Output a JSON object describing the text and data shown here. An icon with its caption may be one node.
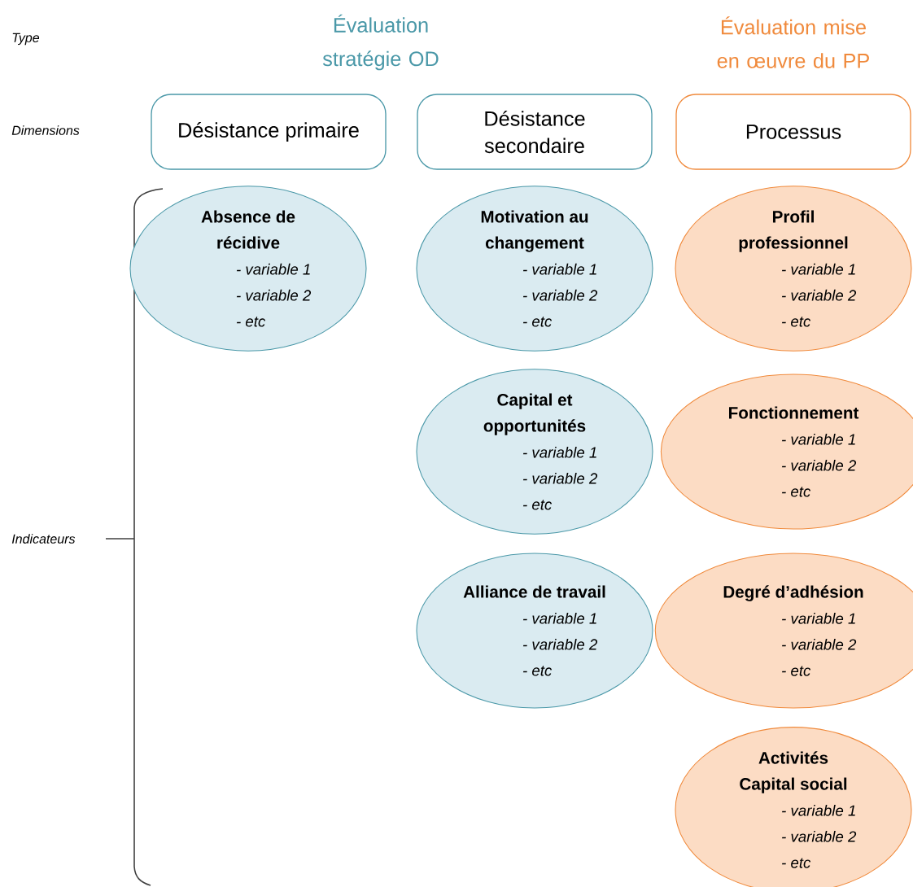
{
  "diagram": {
    "nodes": [
      {
        "text": [
          "Désistance primaire"
        ]
      },
      {
        "text": [
          "Désistance secondaire"
        ]
      },
      {
        "text": [
          "Processus"
        ]
      },
      {
        "text": [
          "Absence de récidive",
          "- variable 1",
          "- variable 2",
          "- etc"
        ]
      },
      {
        "text": [
          "Motivation au changement",
          "- variable 1",
          "- variable 2",
          "- etc"
        ]
      },
      {
        "text": [
          "Profil professionnel",
          "- variable 1",
          "- variable 2",
          "- etc"
        ]
      },
      {
        "text": [
          "Capital et opportunités",
          "- variable 1",
          "- variable 2",
          "- etc"
        ]
      },
      {
        "text": [
          "Fonctionnement",
          "- variable 1",
          "- variable 2",
          "- etc"
        ]
      },
      {
        "text": [
          "Alliance de travail",
          "- variable 1",
          "- variable 2",
          "- etc"
        ]
      },
      {
        "text": [
          "Degré d’adhésion",
          "- variable 1",
          "- variable 2",
          "- etc"
        ]
      },
      {
        "text": [
          "Activités Capital social",
          "- variable 1",
          "- variable 2",
          "- etc"
        ]
      }
    ],
    "labels": [
      "Type",
      "Évaluation stratégie OD",
      "Évaluation mise en œuvre du PP",
      "Dimensions",
      "Indicateurs"
    ]
  }
}
